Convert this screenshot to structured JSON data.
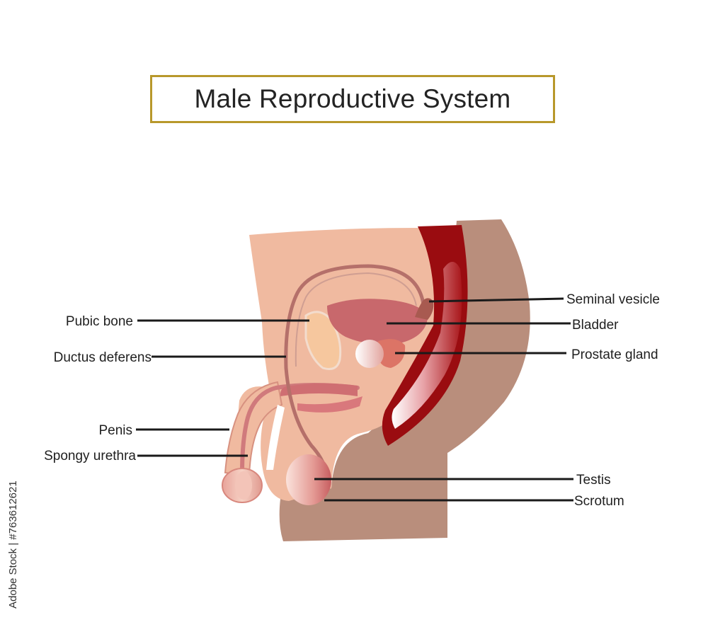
{
  "title": "Male Reproductive System",
  "labels": {
    "seminal_vesicle": "Seminal vesicle",
    "bladder": "Bladder",
    "prostate_gland": "Prostate gland",
    "pubic_bone": "Pubic bone",
    "ductus_deferens": "Ductus deferens",
    "penis": "Penis",
    "spongy_urethra": "Spongy urethra",
    "testis": "Testis",
    "scrotum": "Scrotum"
  },
  "watermark": "Adobe Stock | #763612621",
  "colors": {
    "frame": "#b8982b",
    "skin_light": "#f0baa0",
    "skin_dark": "#b98e7c",
    "rectum": "#9a0c10",
    "bladder": "#c8686c",
    "duct": "#b5706a"
  }
}
